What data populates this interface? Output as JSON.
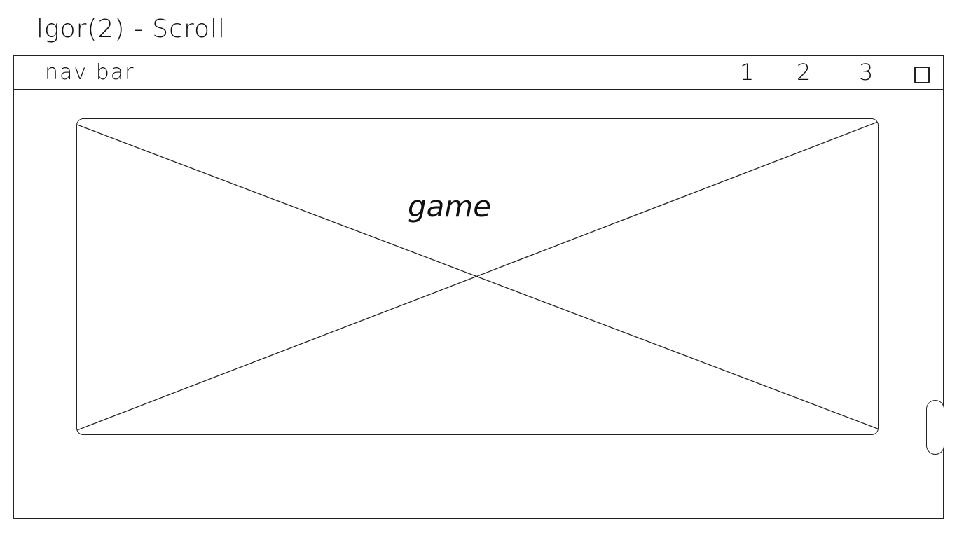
{
  "page": {
    "title": "lgor(2) - Scroll"
  },
  "navbar": {
    "brand": "nav bar",
    "links": [
      {
        "label": "1"
      },
      {
        "label": "2"
      },
      {
        "label": "3"
      }
    ],
    "menu_icon": "square-icon"
  },
  "main": {
    "game_placeholder": {
      "label": "game",
      "icon": "image-placeholder-x-icon"
    }
  },
  "scrollbar": {
    "position": 0.83
  }
}
